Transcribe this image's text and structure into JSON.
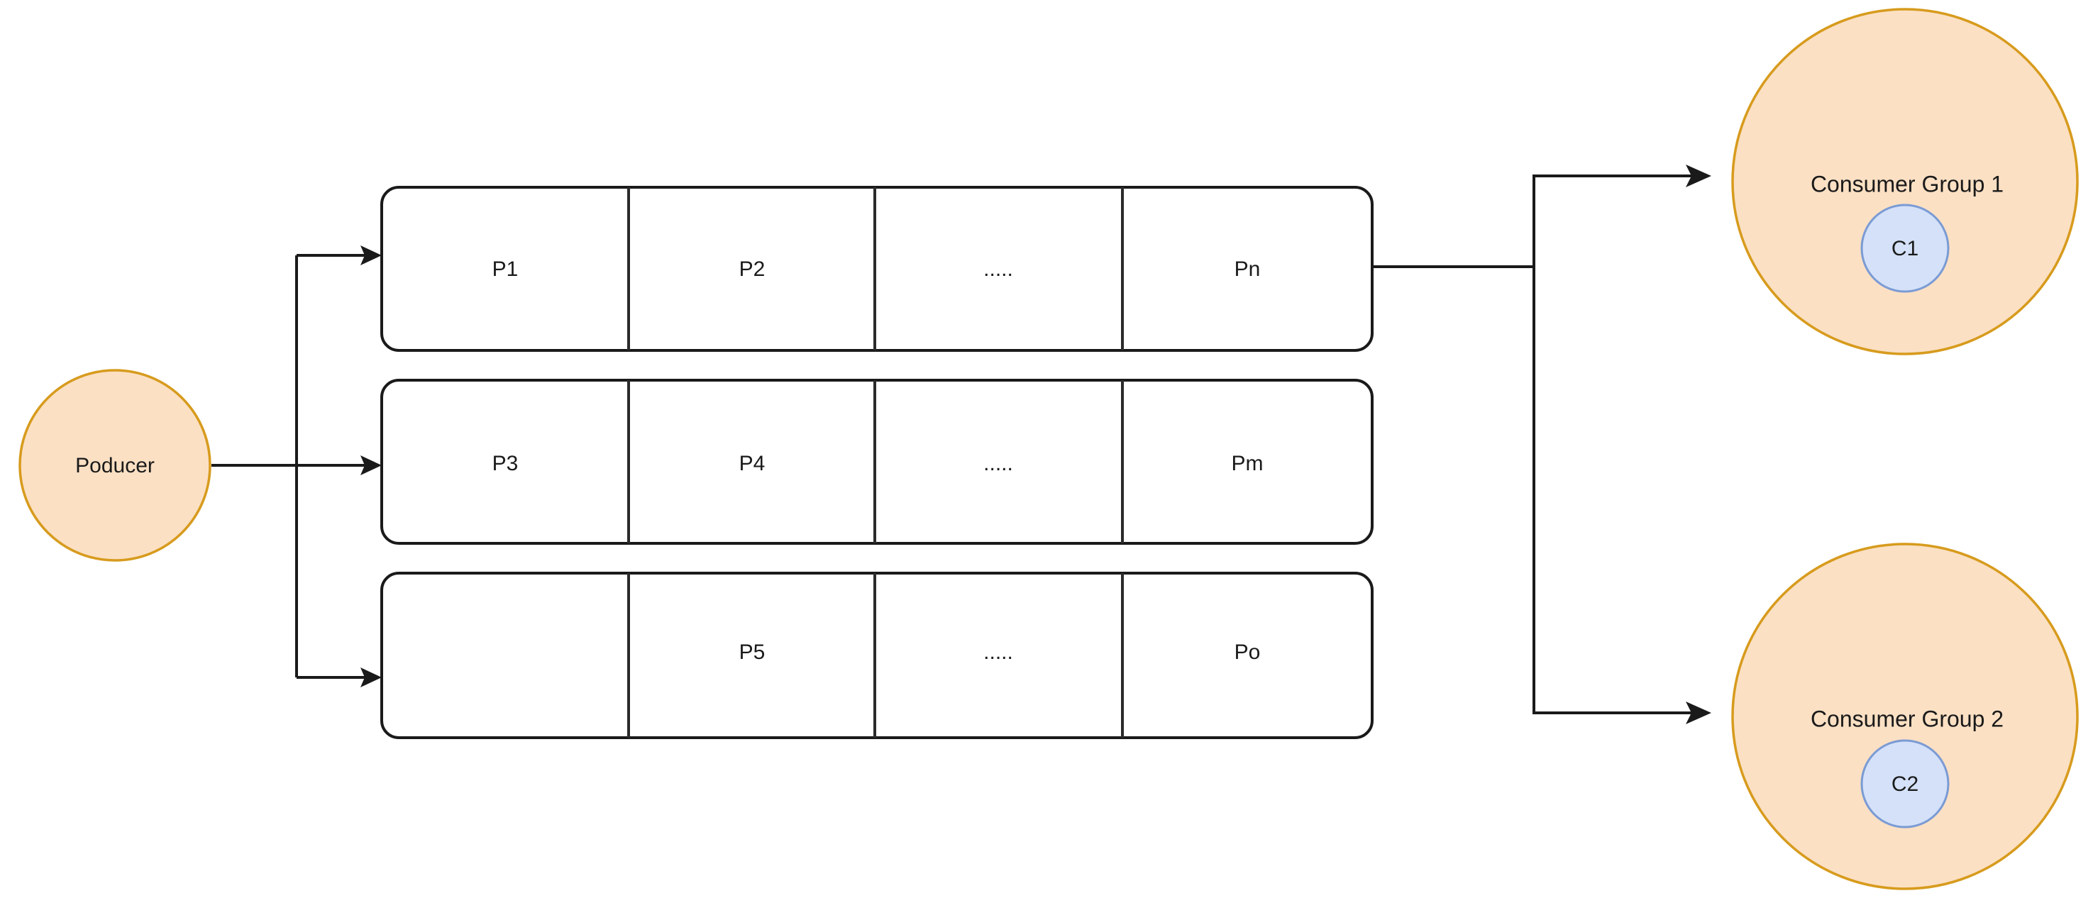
{
  "diagram": {
    "title": "Kafka topic partitions with producer and consumer groups",
    "colors": {
      "group_fill": "#fbe0c4",
      "group_stroke": "#d79b1d",
      "consumer_fill": "#d4e1f8",
      "consumer_stroke": "#7b9bd4",
      "row_fill": "#ffffff",
      "row_stroke": "#1a1a1a",
      "connector": "#1a1a1a",
      "background": "#ffffff"
    }
  },
  "producer": {
    "label": "Poducer"
  },
  "topic": {
    "rows": [
      {
        "name": "partition-row-1",
        "cells": [
          {
            "label": "P1"
          },
          {
            "label": "P2"
          },
          {
            "label": "....."
          },
          {
            "label": "Pn"
          }
        ]
      },
      {
        "name": "partition-row-2",
        "cells": [
          {
            "label": "P3"
          },
          {
            "label": "P4"
          },
          {
            "label": "....."
          },
          {
            "label": "Pm"
          }
        ]
      },
      {
        "name": "partition-row-3",
        "cells": [
          {
            "label": ""
          },
          {
            "label": "P5"
          },
          {
            "label": "....."
          },
          {
            "label": "Po"
          }
        ]
      }
    ]
  },
  "consumer_groups": [
    {
      "name": "consumer-group-1",
      "label": "Consumer Group 1",
      "consumer": {
        "label": "C1"
      }
    },
    {
      "name": "consumer-group-2",
      "label": "Consumer Group 2",
      "consumer": {
        "label": "C2"
      }
    }
  ]
}
